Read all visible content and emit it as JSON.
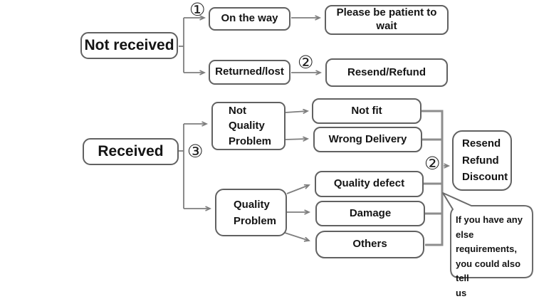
{
  "flowchart": {
    "nodes": {
      "not_received": "Not received",
      "on_the_way": "On the way",
      "please_wait": "Please be patient to wait",
      "returned_lost": "Returned/lost",
      "resend_refund": "Resend/Refund",
      "received": "Received",
      "not_quality_problem": [
        "Not",
        "Quality",
        "Problem"
      ],
      "not_fit": "Not fit",
      "wrong_delivery": "Wrong Delivery",
      "quality_problem": [
        "Quality",
        "Problem"
      ],
      "quality_defect": "Quality defect",
      "damage": "Damage",
      "others": "Others",
      "resend_refund_discount": [
        "Resend",
        "Refund",
        "Discount"
      ],
      "note": [
        "If you have any",
        "else requirements,",
        "you could also tell",
        "us"
      ]
    },
    "step_labels": {
      "step1": "①",
      "step2_top": "②",
      "step3": "③",
      "step2_right": "②"
    },
    "colors": {
      "box_border": "#616161",
      "connector": "#7e7e7e",
      "collector": "#8d8d8d",
      "text": "#141414",
      "background": "#ffffff"
    }
  }
}
